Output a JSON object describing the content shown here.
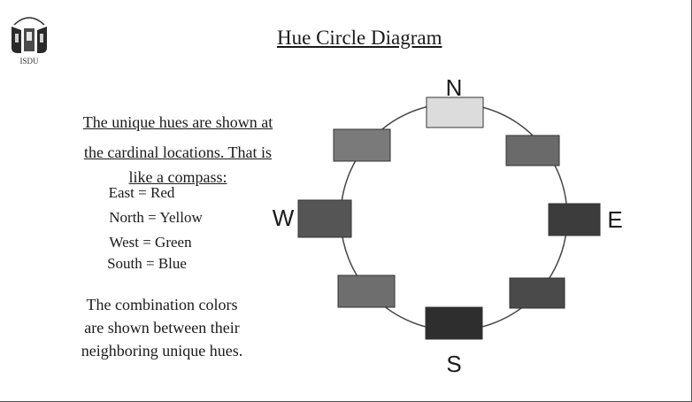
{
  "slide": {
    "title": "Hue Circle Diagram",
    "logo_text": "ISDU",
    "intro_lines": [
      "The unique hues are shown at",
      "the cardinal locations.  That is",
      "like a compass:"
    ],
    "mapping_lines": [
      "East = Red",
      "North = Yellow",
      "West = Green",
      "South = Blue"
    ],
    "note_lines": [
      "The combination colors",
      "are shown between their",
      "neighboring unique hues."
    ]
  },
  "diagram": {
    "labels": {
      "north": "N",
      "east": "E",
      "south": "S",
      "west": "W"
    },
    "swatches": [
      {
        "position": "N",
        "color": "#dcdcdc"
      },
      {
        "position": "NE",
        "color": "#6a6a6a"
      },
      {
        "position": "E",
        "color": "#3c3c3c"
      },
      {
        "position": "SE",
        "color": "#4a4a4a"
      },
      {
        "position": "S",
        "color": "#2e2e2e"
      },
      {
        "position": "SW",
        "color": "#6e6e6e"
      },
      {
        "position": "W",
        "color": "#555555"
      },
      {
        "position": "NW",
        "color": "#7a7a7a"
      }
    ],
    "circle_color": "#444444"
  }
}
